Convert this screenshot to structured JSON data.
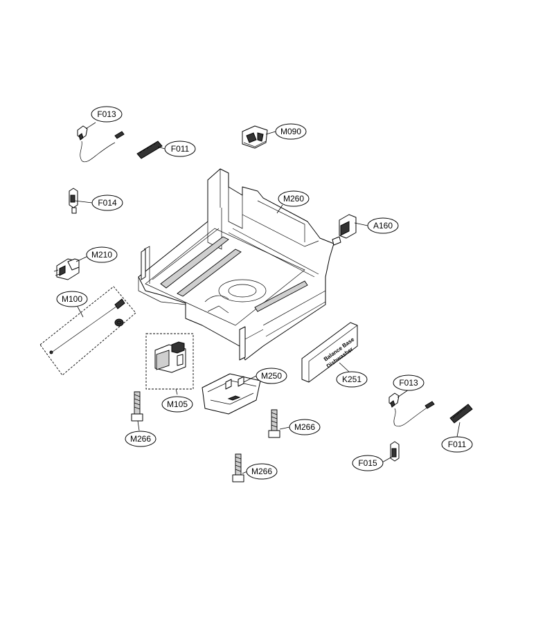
{
  "callouts": [
    {
      "id": "F013"
    },
    {
      "id": "F011"
    },
    {
      "id": "M090"
    },
    {
      "id": "F014"
    },
    {
      "id": "M260"
    },
    {
      "id": "A160"
    },
    {
      "id": "M210"
    },
    {
      "id": "M100"
    },
    {
      "id": "M105"
    },
    {
      "id": "M250"
    },
    {
      "id": "K251"
    },
    {
      "id": "M266"
    },
    {
      "id": "M266"
    },
    {
      "id": "M266"
    },
    {
      "id": "F013"
    },
    {
      "id": "F011"
    },
    {
      "id": "F015"
    }
  ],
  "plate": {
    "line1": "Balance Base",
    "line2": "Dishwasher"
  }
}
